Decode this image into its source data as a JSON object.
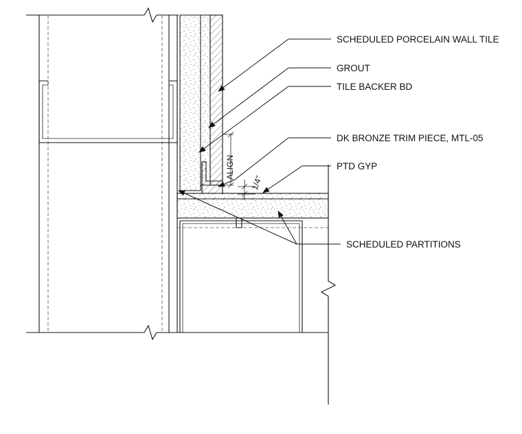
{
  "labels": {
    "wall_tile": "SCHEDULED PORCELAIN WALL TILE",
    "grout": "GROUT",
    "backer": "TILE BACKER BD",
    "trim": "DK BRONZE TRIM PIECE, MTL-05",
    "gyp": "PTD GYP",
    "partitions": "SCHEDULED PARTITIONS"
  },
  "dimensions": {
    "align": "ALIGN",
    "gap": "1/4\""
  },
  "colors": {
    "line": "#111111",
    "background": "#ffffff"
  }
}
